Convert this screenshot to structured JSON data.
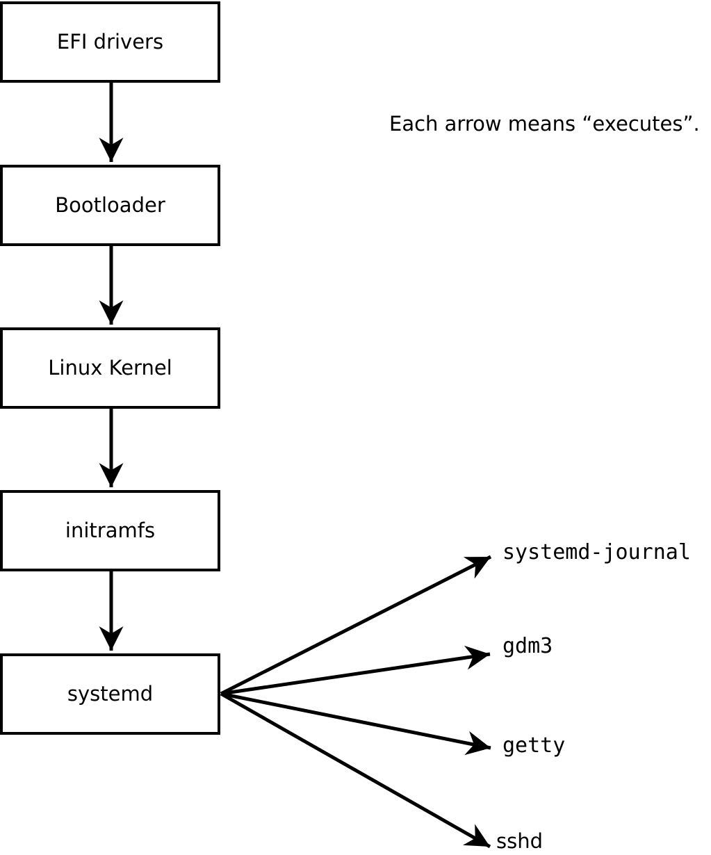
{
  "diagram": {
    "annotation": "Each arrow means “executes”.",
    "colors": {
      "stroke": "#000000",
      "background": "#ffffff",
      "box_fill": "#ffffff"
    },
    "chain": [
      {
        "label": "EFI drivers"
      },
      {
        "label": "Bootloader"
      },
      {
        "label": "Linux Kernel"
      },
      {
        "label": "initramfs"
      },
      {
        "label": "systemd"
      }
    ],
    "spawned": [
      {
        "label": "systemd-journal"
      },
      {
        "label": "gdm3"
      },
      {
        "label": "getty"
      },
      {
        "label": "sshd"
      }
    ]
  }
}
